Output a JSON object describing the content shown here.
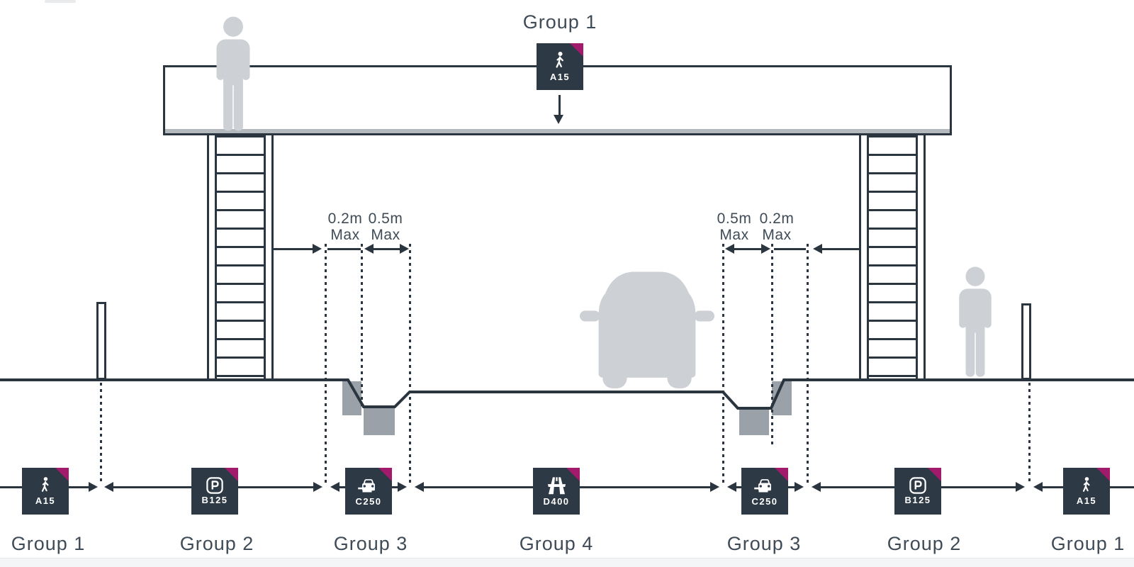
{
  "colors": {
    "line": "#2a3540",
    "badge_background": "#2d3944",
    "accent_corner": "#a21a6c",
    "figure_gray": "#cdd1d5",
    "block_gray": "#9aa1a8",
    "deck_strip": "#b4b9be",
    "text": "#3f4b57"
  },
  "top_annotation": {
    "label": "Group 1",
    "badge_code": "A15",
    "icon": "pedestrian-icon"
  },
  "dimensions": {
    "left": [
      {
        "value": "0.2m",
        "sub": "Max"
      },
      {
        "value": "0.5m",
        "sub": "Max"
      }
    ],
    "right": [
      {
        "value": "0.5m",
        "sub": "Max"
      },
      {
        "value": "0.2m",
        "sub": "Max"
      }
    ]
  },
  "groups": [
    {
      "label": "Group 1",
      "code": "A15",
      "icon": "pedestrian-icon"
    },
    {
      "label": "Group 2",
      "code": "B125",
      "icon": "parking-icon"
    },
    {
      "label": "Group 3",
      "code": "C250",
      "icon": "car-on-kerb-icon"
    },
    {
      "label": "Group 4",
      "code": "D400",
      "icon": "motorway-icon"
    },
    {
      "label": "Group 3",
      "code": "C250",
      "icon": "car-on-kerb-icon"
    },
    {
      "label": "Group 2",
      "code": "B125",
      "icon": "parking-icon"
    },
    {
      "label": "Group 1",
      "code": "A15",
      "icon": "pedestrian-icon"
    }
  ]
}
